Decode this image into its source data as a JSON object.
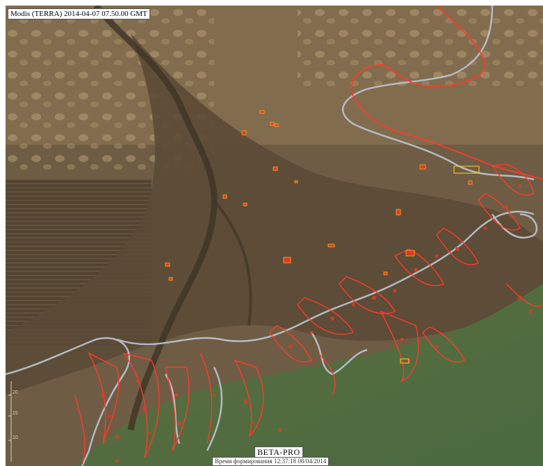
{
  "map": {
    "timestamp": "Modis (TERRA) 2014-04-07 07.50.00 GMT",
    "brand": "BETA-PRO",
    "processing_note": "Время формирования 12:37:18 08/04/2014",
    "scale_ticks": [
      "20",
      "15",
      "10"
    ],
    "colors": {
      "land_dark": "#5a4a36",
      "land_light": "#a08a66",
      "sea": "#4f6a3e",
      "fire_outline": "#ff3a2a",
      "fire_fill": "#e23a22",
      "coast_outline": "#b8c0cc",
      "yellow_marker": "#f0c020"
    },
    "fire_hotspot_count_note": ""
  }
}
